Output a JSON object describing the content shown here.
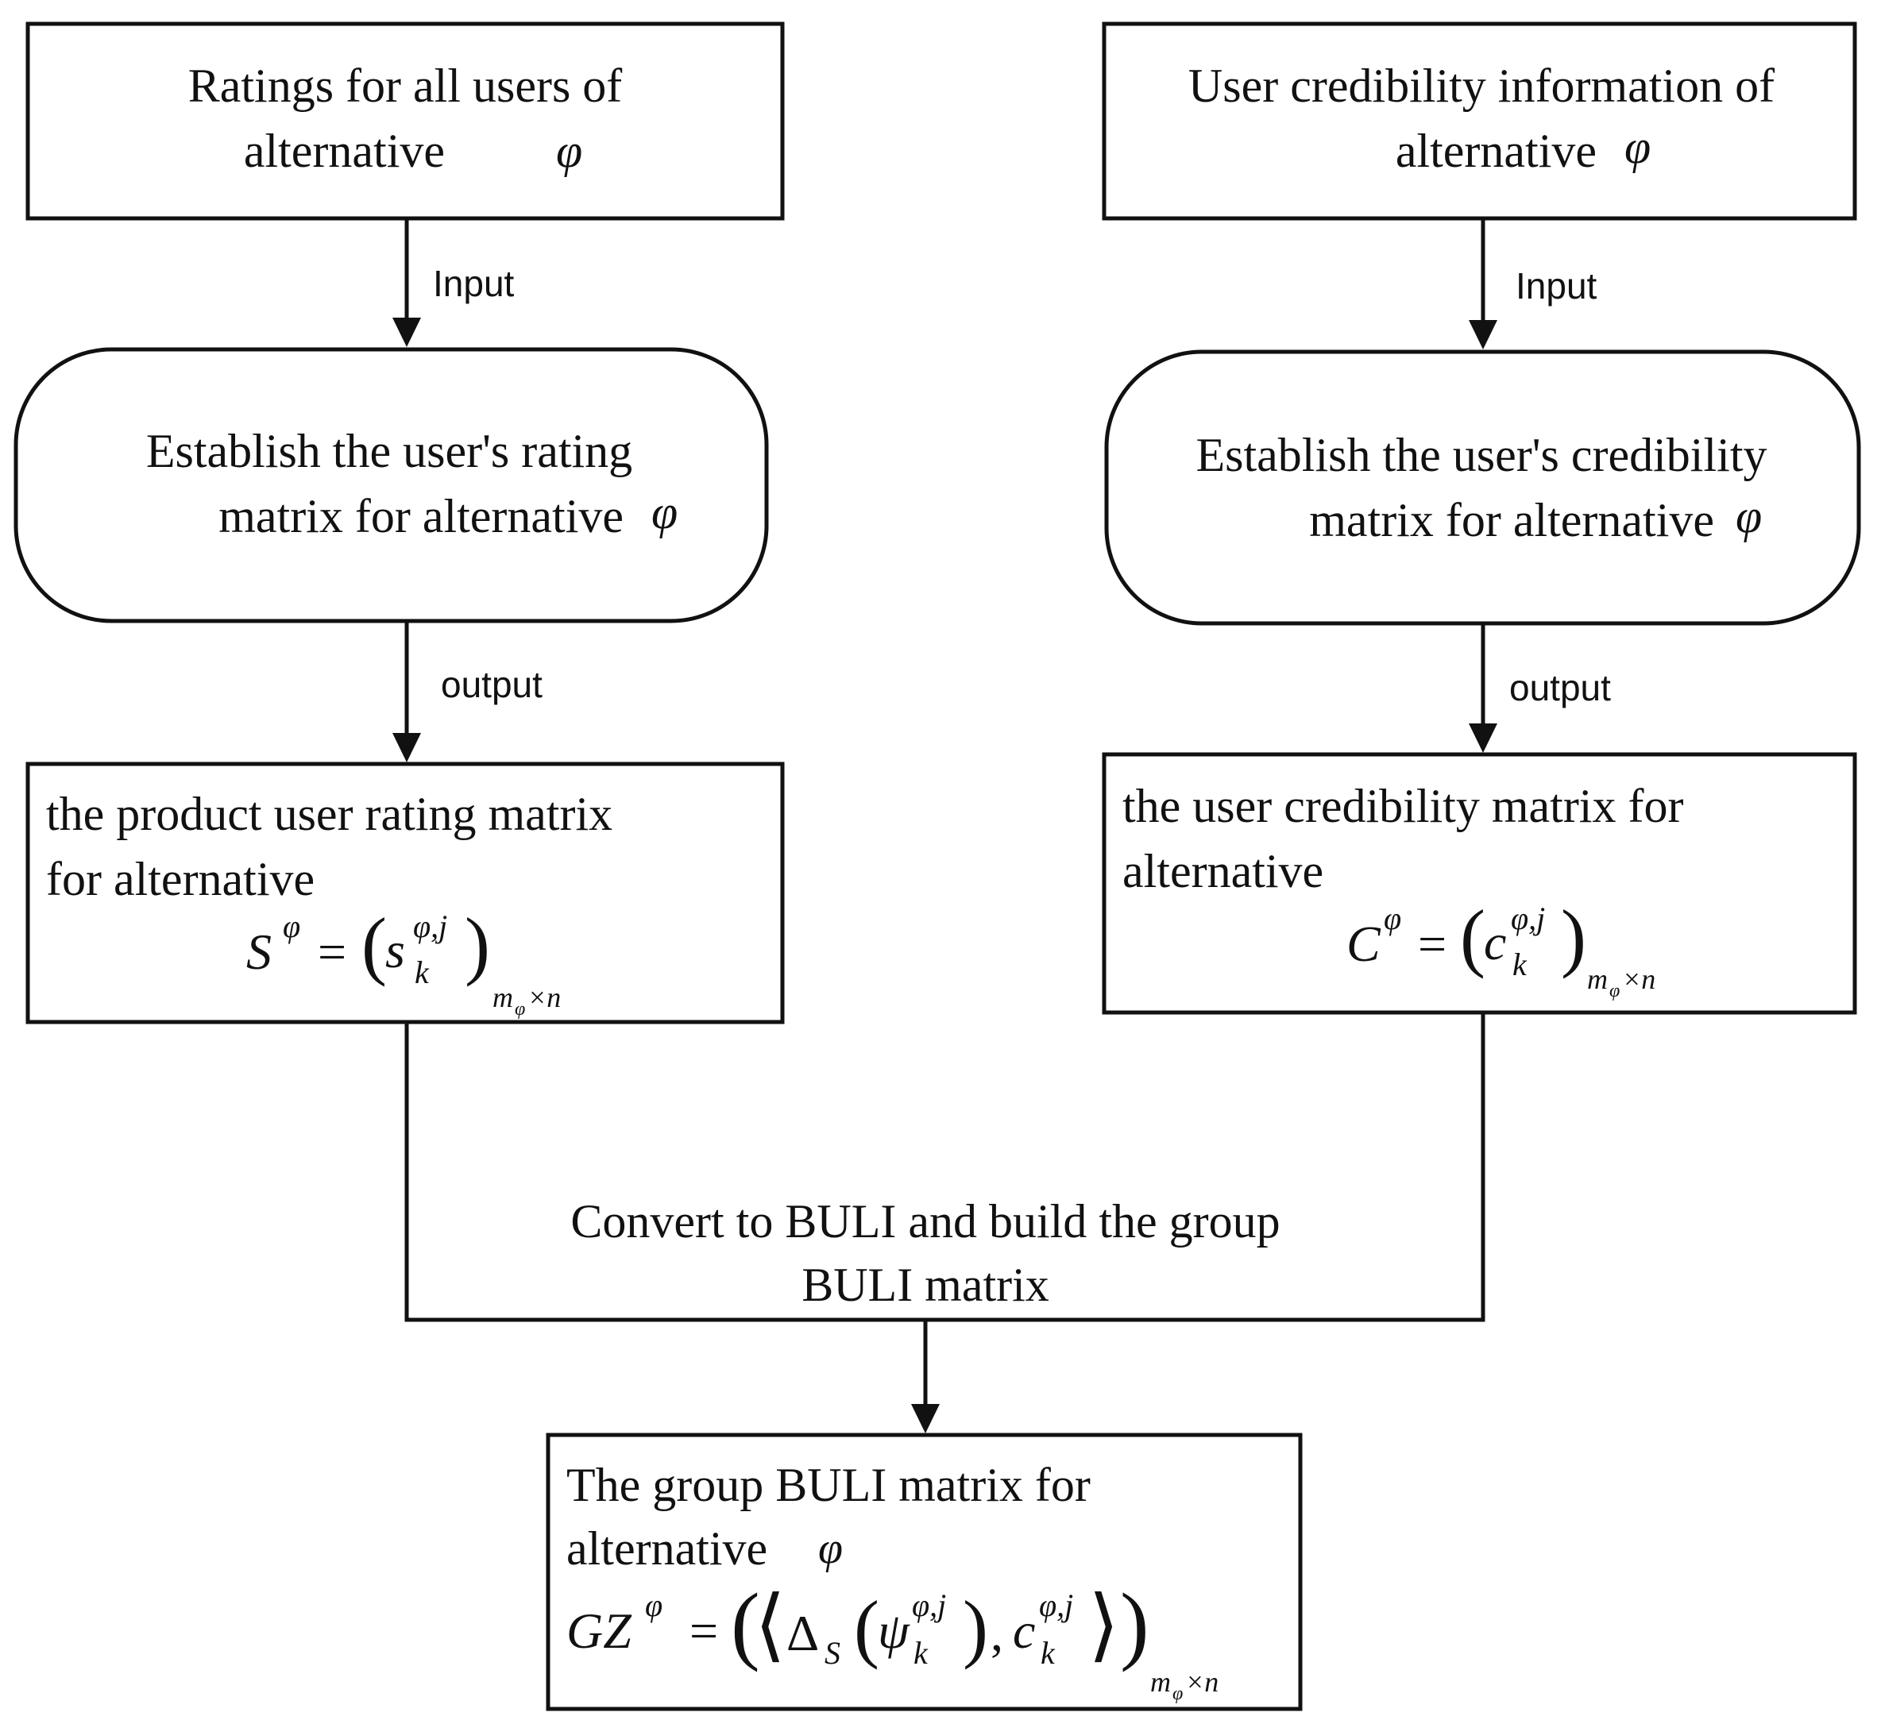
{
  "nodes": {
    "ratings_input": {
      "line1": "Ratings for all users of",
      "line2": "alternative",
      "symbol": "φ"
    },
    "credibility_input": {
      "line1": "User credibility information of",
      "line2": "alternative",
      "symbol": "φ"
    },
    "establish_rating": {
      "line1": "Establish the user's rating",
      "line2": "matrix for alternative",
      "symbol": "φ"
    },
    "establish_credibility": {
      "line1": "Establish the user's credibility",
      "line2": "matrix for alternative",
      "symbol": "φ"
    },
    "rating_matrix": {
      "line1": "the product user rating matrix",
      "line2": "for alternative",
      "formula_lhs": "S",
      "formula_sup": "φ",
      "formula_elem": "s",
      "elem_sup": "φ,j",
      "elem_sub": "k",
      "dim_sub": "m",
      "dim_subsub": "φ",
      "dim_rest": "×n"
    },
    "credibility_matrix": {
      "line1": "the user  credibility matrix for",
      "line2": "alternative",
      "formula_lhs": "C",
      "formula_sup": "φ",
      "formula_elem": "c",
      "elem_sup": "φ,j",
      "elem_sub": "k",
      "dim_sub": "m",
      "dim_subsub": "φ",
      "dim_rest": "×n"
    },
    "convert": {
      "line1": "Convert to BULI and build the group",
      "line2": "BULI matrix"
    },
    "group_matrix": {
      "line1": "The group BULI matrix for",
      "line2": "alternative",
      "symbol": "φ",
      "formula_lhs": "GZ",
      "formula_sup": "φ",
      "delta": "Δ",
      "delta_sub": "S",
      "psi": "ψ",
      "psi_sup": "φ,j",
      "psi_sub": "k",
      "c": "c",
      "c_sup": "φ,j",
      "c_sub": "k",
      "dim_sub": "m",
      "dim_subsub": "φ",
      "dim_rest": "×n"
    }
  },
  "edges": {
    "left_input": "Input",
    "right_input": "Input",
    "left_output": "output",
    "right_output": "output"
  }
}
